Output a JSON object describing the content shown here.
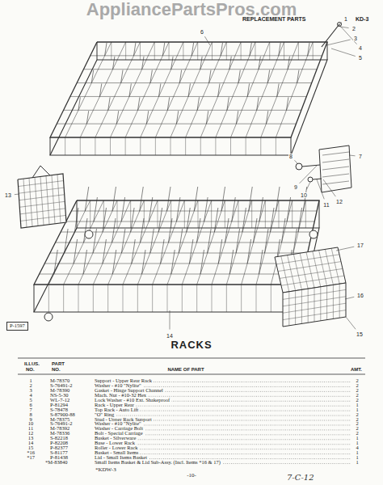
{
  "diagram": {
    "title": "RACKS",
    "nodes": [
      {
        "text": [
          "P-1597"
        ]
      }
    ],
    "labels": [
      "AppliancePartsPros.com",
      "REPLACEMENT PARTS",
      "KD-3",
      "1",
      "2",
      "3",
      "4",
      "5",
      "6",
      "7",
      "8",
      "9",
      "10",
      "11",
      "12",
      "13",
      "14",
      "15",
      "16",
      "17",
      "ILLUS.",
      "NO.",
      "PART",
      "NO.",
      "NAME OF PART",
      "AMT.",
      "1",
      "M-78370",
      "Support - Upper Rear Rack",
      "2",
      "2",
      "S-76491-2",
      "Washer - #10 \"Nylite\"",
      "2",
      "3",
      "M-78390",
      "Gasket - Hinge Support Channel",
      "2",
      "4",
      "NS-5-30",
      "Mach. Nut - #10-32 Hex",
      "2",
      "5",
      "WL-7-12",
      "Lock Washer - #10 Ext. Shakeproof",
      "2",
      "6",
      "P-81294",
      "Rack - Upper Rear",
      "1",
      "7",
      "S-78478",
      "Top Rack - Auto Lift",
      "1",
      "8",
      "S-87900-88",
      "\"O\" Ring",
      "2",
      "9",
      "M-78375",
      "Stud - Upper Rack Support",
      "2",
      "10",
      "S-76491-2",
      "Washer - #10 \"Nylite\"",
      "2",
      "11",
      "M-78392",
      "Washer - Carriage Bolt",
      "2",
      "12",
      "M-78336",
      "Bolt - Special Carriage",
      "2",
      "13",
      "S-82218",
      "Basket - Silverware",
      "1",
      "14",
      "P-82208",
      "Base - Lower Rack",
      "1",
      "15",
      "P-82377",
      "Roller - Lower Rack",
      "4",
      "*16",
      "S-81177",
      "Basket - Small Items",
      "1",
      "*17",
      "P-81438",
      "Lid - Small Items Basket",
      "1",
      "*M-83840",
      "Small Items Basket & Lid Sub-Assy. (Incl. Items *16 & 17)",
      "1",
      "*KDW-3",
      "-10-",
      "7-C-12"
    ]
  }
}
